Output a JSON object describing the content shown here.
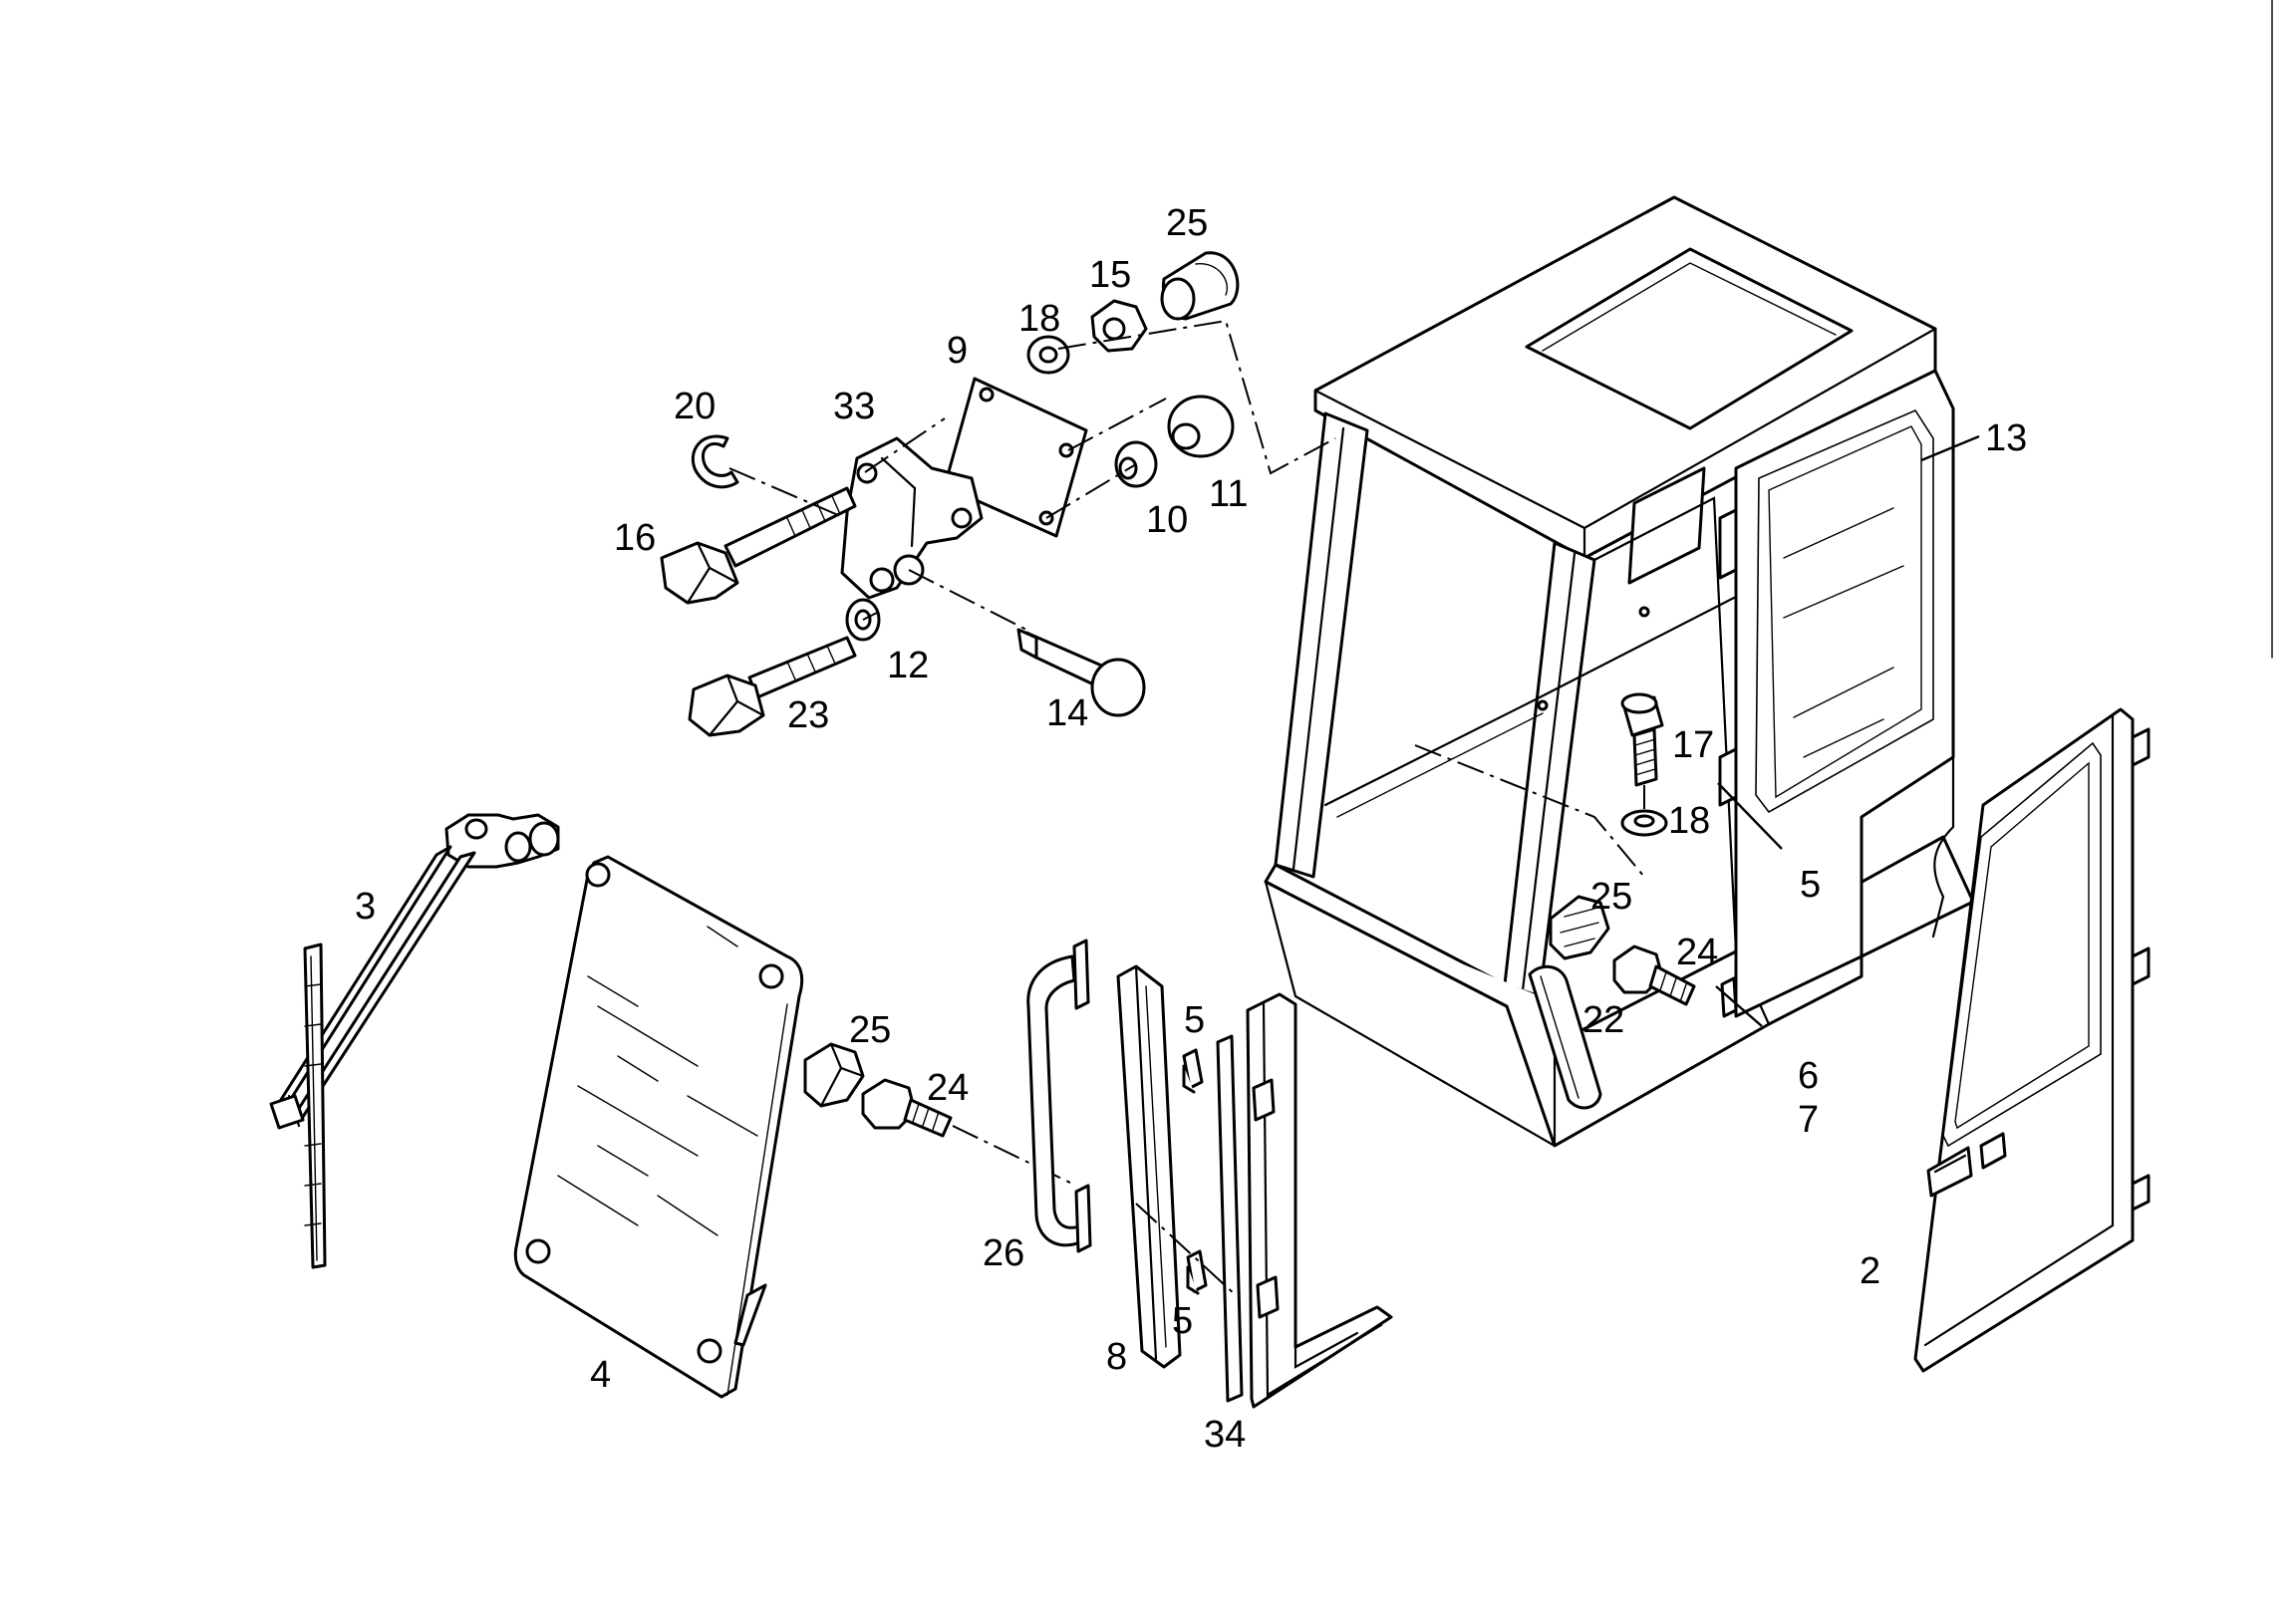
{
  "diagram": {
    "callouts": [
      {
        "id": "c25a",
        "text": "25"
      },
      {
        "id": "c15",
        "text": "15"
      },
      {
        "id": "c18a",
        "text": "18"
      },
      {
        "id": "c9",
        "text": "9"
      },
      {
        "id": "c20",
        "text": "20"
      },
      {
        "id": "c33",
        "text": "33"
      },
      {
        "id": "c16",
        "text": "16"
      },
      {
        "id": "c11",
        "text": "11"
      },
      {
        "id": "c10",
        "text": "10"
      },
      {
        "id": "c12",
        "text": "12"
      },
      {
        "id": "c23",
        "text": "23"
      },
      {
        "id": "c14",
        "text": "14"
      },
      {
        "id": "c13",
        "text": "13"
      },
      {
        "id": "c17",
        "text": "17"
      },
      {
        "id": "c18b",
        "text": "18"
      },
      {
        "id": "c5a",
        "text": "5"
      },
      {
        "id": "c25b",
        "text": "25"
      },
      {
        "id": "c24a",
        "text": "24"
      },
      {
        "id": "c22",
        "text": "22"
      },
      {
        "id": "c6",
        "text": "6"
      },
      {
        "id": "c7",
        "text": "7"
      },
      {
        "id": "c3",
        "text": "3"
      },
      {
        "id": "c25c",
        "text": "25"
      },
      {
        "id": "c24b",
        "text": "24"
      },
      {
        "id": "c5b",
        "text": "5"
      },
      {
        "id": "c26",
        "text": "26"
      },
      {
        "id": "c5c",
        "text": "5"
      },
      {
        "id": "c8",
        "text": "8"
      },
      {
        "id": "c4",
        "text": "4"
      },
      {
        "id": "c34",
        "text": "34"
      },
      {
        "id": "c2",
        "text": "2"
      }
    ]
  }
}
